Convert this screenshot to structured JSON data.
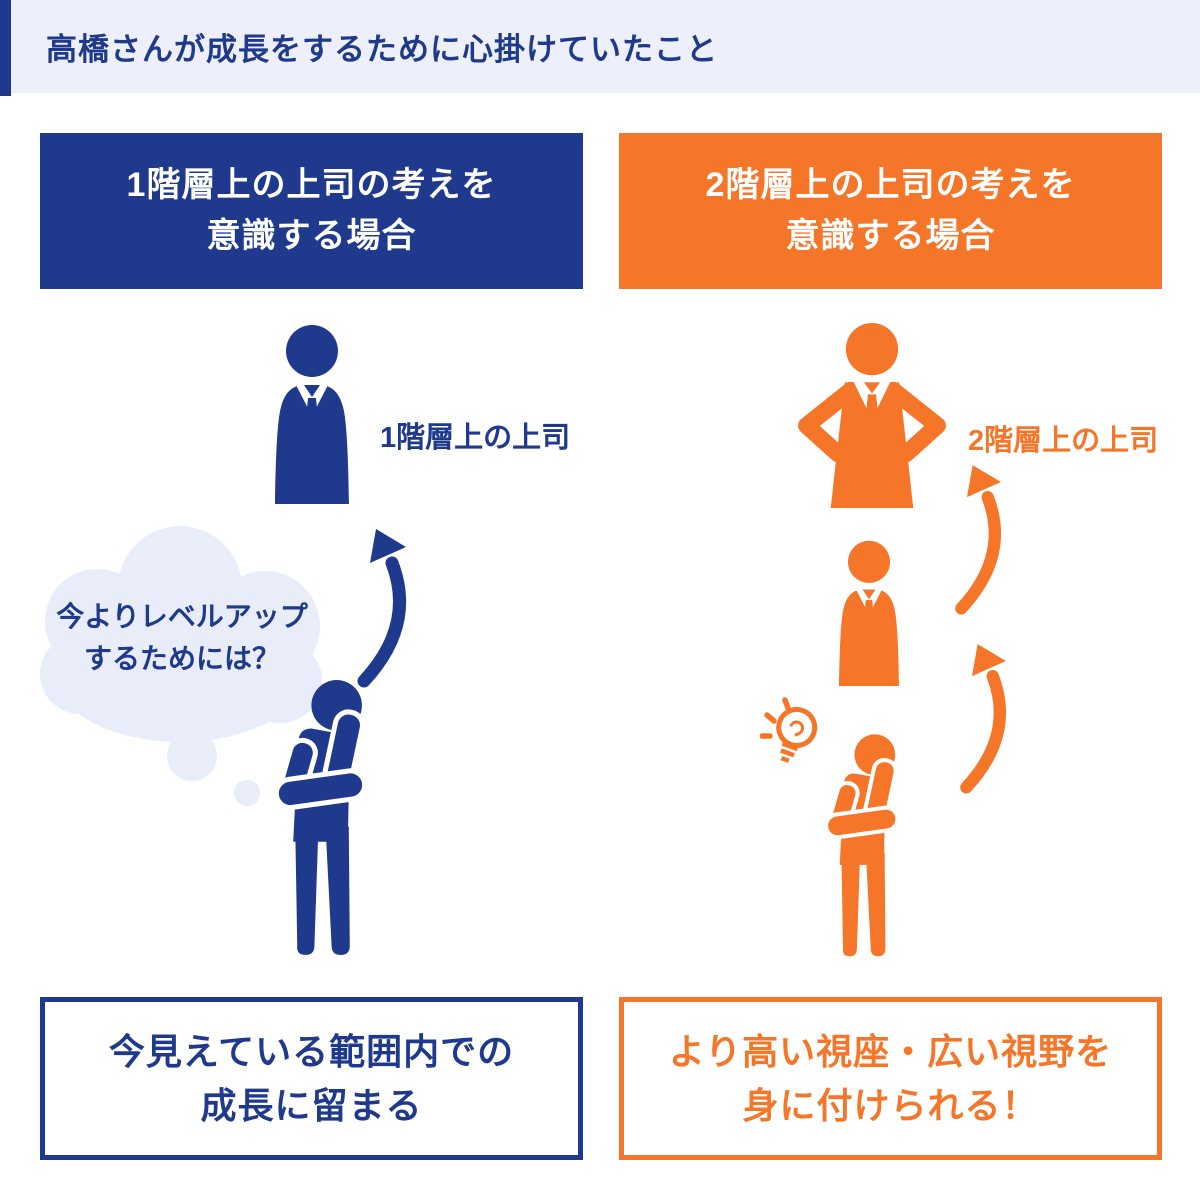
{
  "page": {
    "title": "高橋さんが成長をするために心掛けていたこと",
    "colors": {
      "navy": "#1f3a8c",
      "orange": "#f57628",
      "band": "#edeffa",
      "cloud": "#e9edfa",
      "background": "#ffffff"
    }
  },
  "left": {
    "header": {
      "line1": "1階層上の上司の考えを",
      "line2": "意識する場合"
    },
    "boss_label": "1階層上の上司",
    "thought": {
      "line1": "今よりレベルアップ",
      "line2": "するためには？"
    },
    "result": {
      "line1": "今見えている範囲内での",
      "line2": "成長に留まる"
    }
  },
  "right": {
    "header": {
      "line1": "2階層上の上司の考えを",
      "line2": "意識する場合"
    },
    "boss_label": "2階層上の上司",
    "result": {
      "line1": "より高い視座・広い視野を",
      "line2": "身に付けられる！"
    }
  },
  "icons": {
    "boss-bust-icon": "person-silhouette-with-tie",
    "boss-akimbo-icon": "person-hands-on-hips",
    "thinking-person-icon": "person-hand-on-chin",
    "lightbulb-icon": "idea-bulb-with-rays",
    "curved-arrow-icon": "curved-up-arrow",
    "thought-cloud-icon": "thought-bubble"
  }
}
